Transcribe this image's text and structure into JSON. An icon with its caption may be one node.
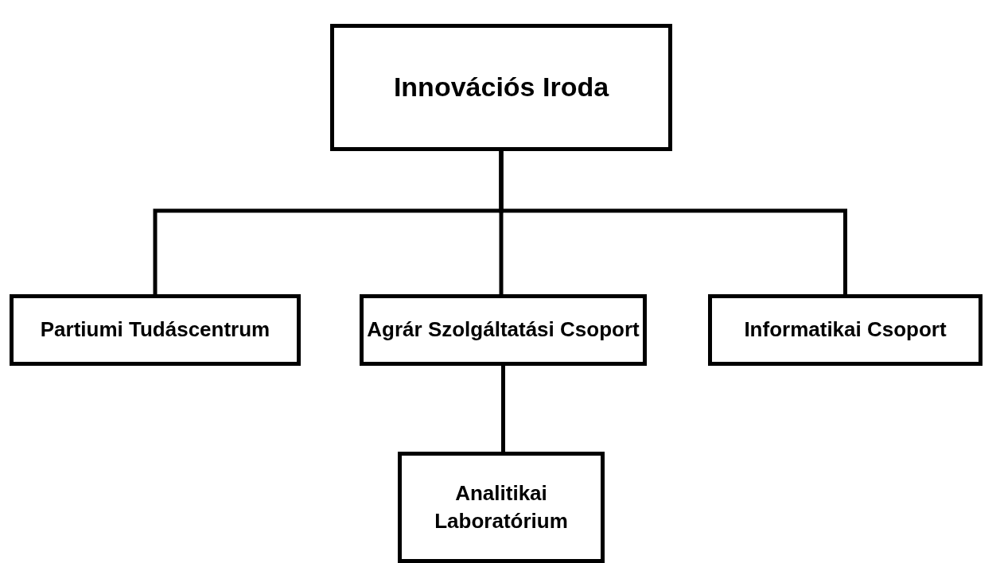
{
  "diagram": {
    "nodes": [
      {
        "text": [
          "Innovációs Iroda"
        ]
      },
      {
        "text": [
          "Partiumi Tudáscentrum"
        ]
      },
      {
        "text": [
          "Agrár Szolgáltatási Csoport"
        ]
      },
      {
        "text": [
          "Informatikai Csoport"
        ]
      },
      {
        "text": [
          "Analitikai Laboratórium"
        ]
      }
    ],
    "edges": [
      {
        "from": 0,
        "to": 1,
        "arrow": "none"
      },
      {
        "from": 0,
        "to": 2,
        "arrow": "none"
      },
      {
        "from": 0,
        "to": 3,
        "arrow": "none"
      },
      {
        "from": 2,
        "to": 4,
        "arrow": "none"
      }
    ]
  }
}
